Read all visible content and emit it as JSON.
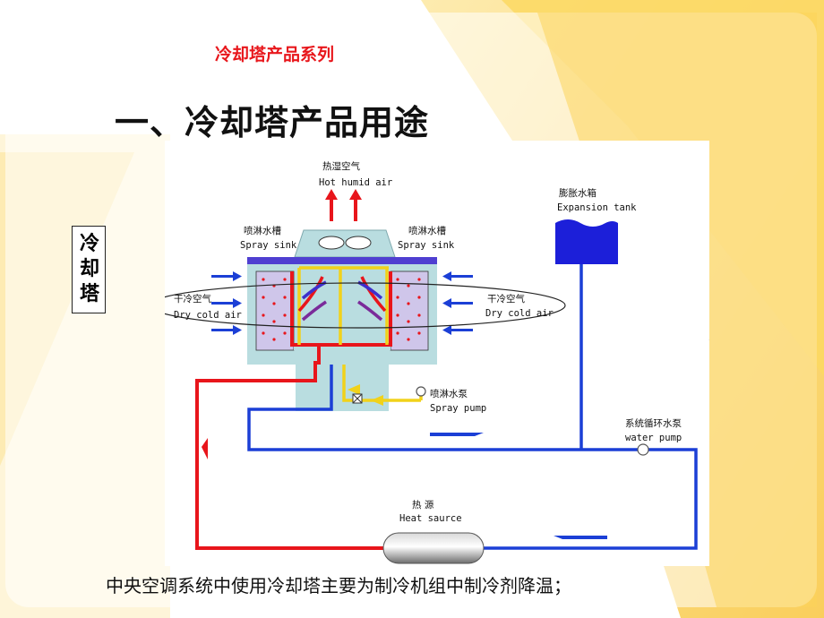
{
  "slide": {
    "header": "冷却塔产品系列",
    "title": "一、冷却塔产品用途",
    "side_label": "冷却塔",
    "caption": "中央空调系统中使用冷却塔主要为制冷机组中制冷剂降温；"
  },
  "diagram": {
    "hot_air_cn": "热湿空气",
    "hot_air_en": "Hot humid air",
    "spray_sink_cn": "喷淋水槽",
    "spray_sink_en": "Spray sink",
    "dry_air_cn": "干冷空气",
    "dry_air_en": "Dry cold air",
    "expansion_cn": "膨胀水箱",
    "expansion_en": "Expansion tank",
    "spray_pump_cn": "喷淋水泵",
    "spray_pump_en": "Spray pump",
    "water_pump_cn": "系统循环水泵",
    "water_pump_en": "water pump",
    "heat_source_cn": "热  源",
    "heat_source_en": "Heat saurce"
  },
  "colors": {
    "hot_pipe": "#e8151b",
    "cold_pipe": "#1b3fd6",
    "spray_pipe": "#f1d21a",
    "tower_body": "#b9dde0",
    "tank": "#1c1fd9",
    "title_red": "#e8171c",
    "bg_yellow": "#fbd45a"
  }
}
